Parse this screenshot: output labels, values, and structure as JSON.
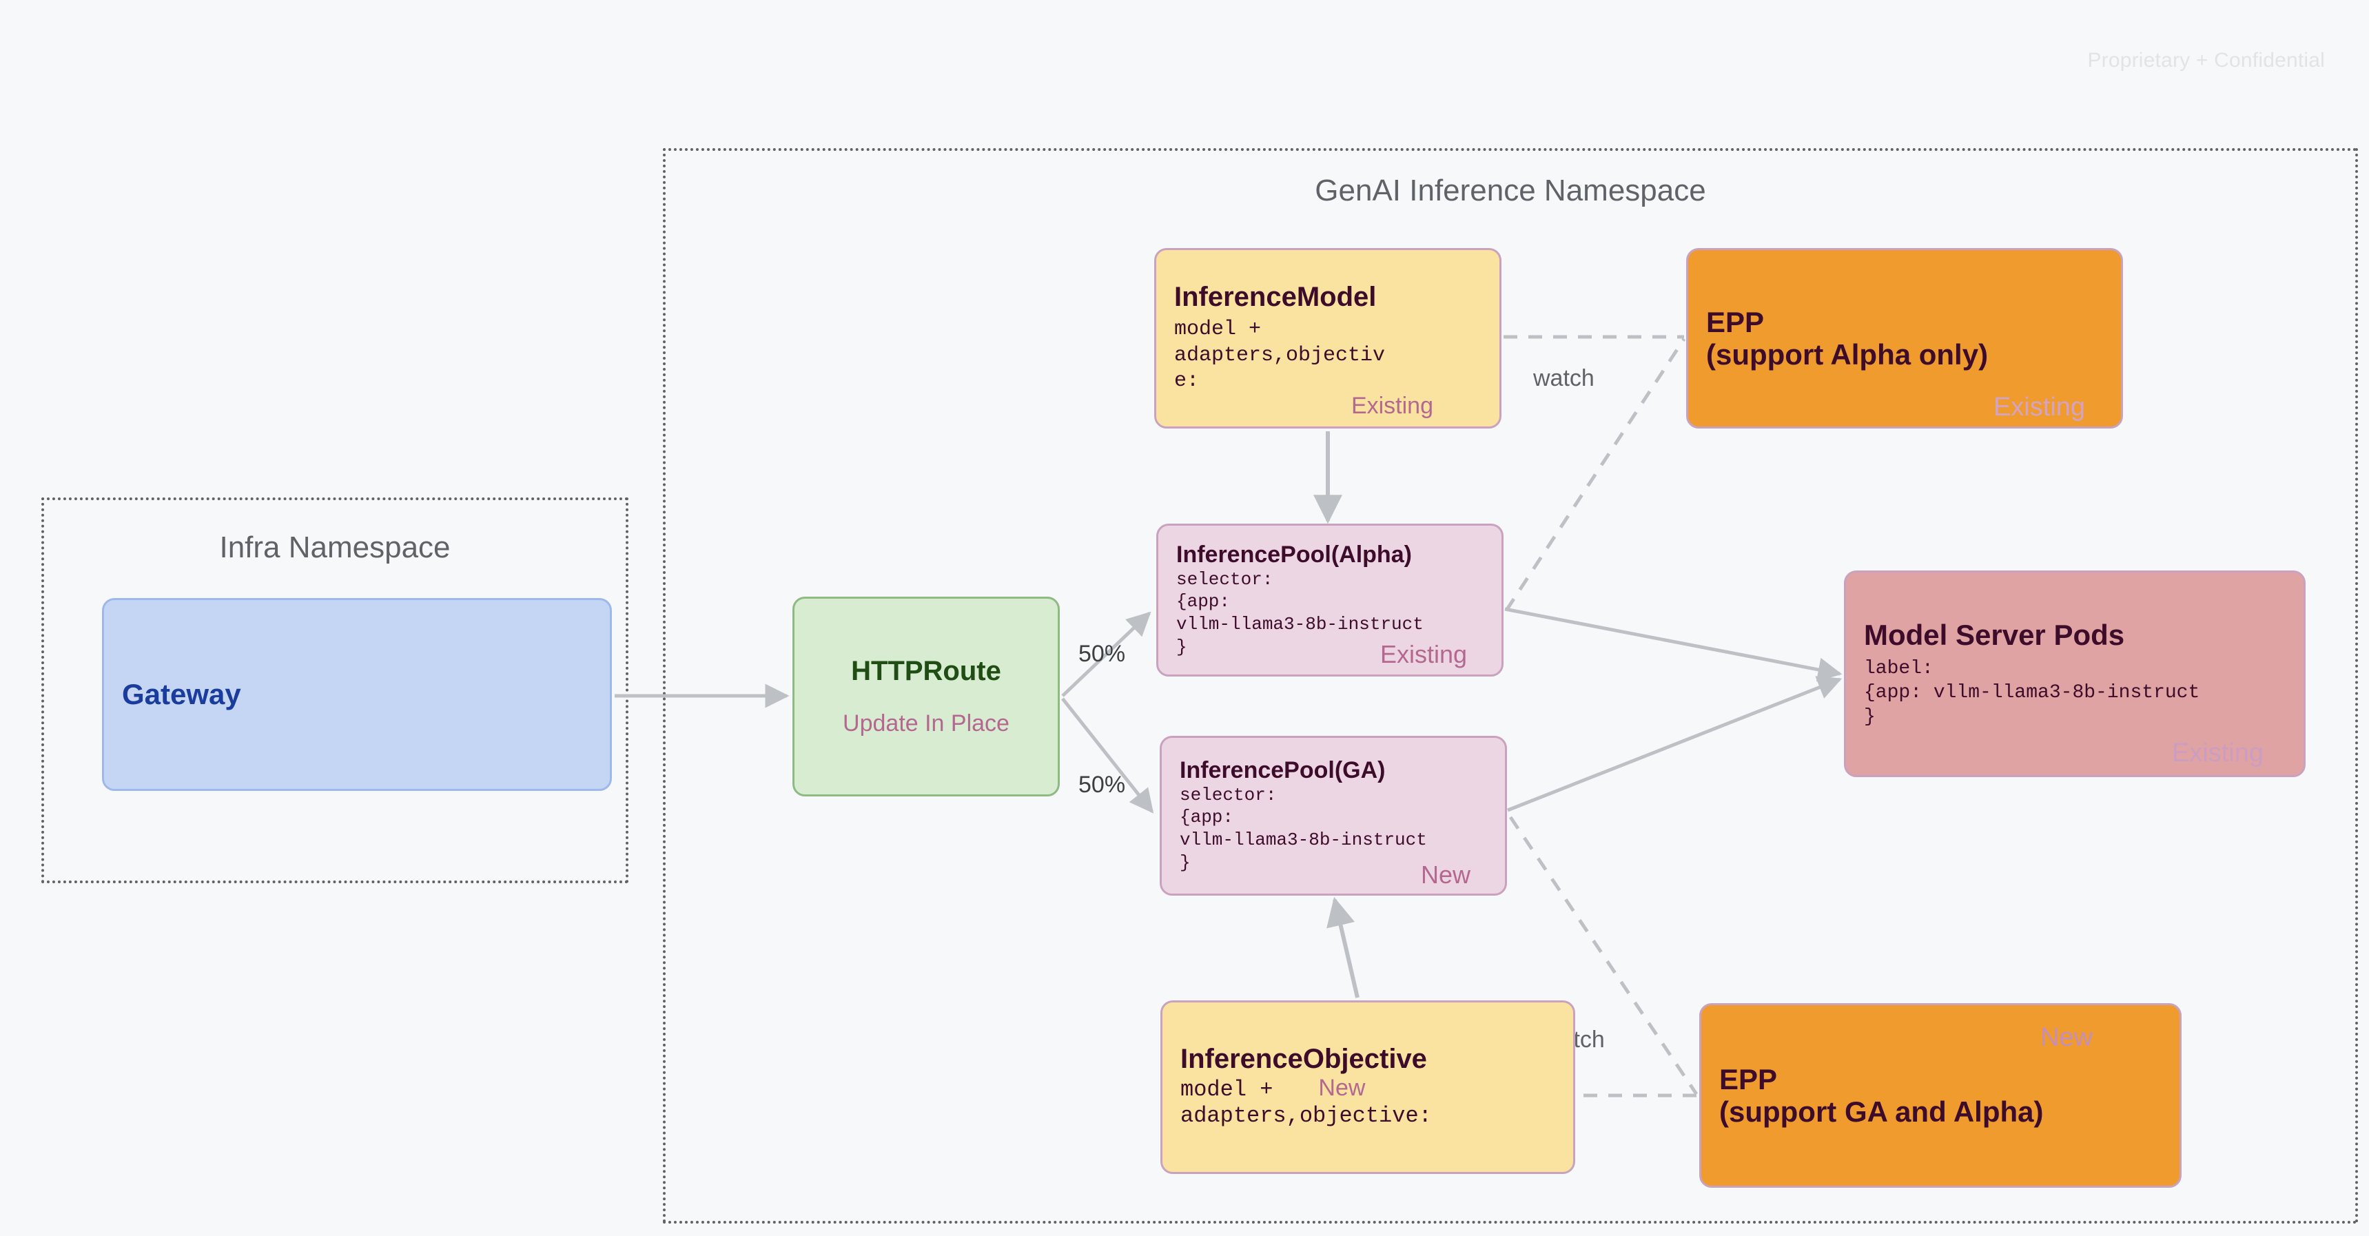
{
  "header": {
    "confidential": "Proprietary + Confidential"
  },
  "namespaces": [
    {
      "id": "infra",
      "title": "Infra Namespace"
    },
    {
      "id": "genai",
      "title": "GenAI Inference Namespace"
    }
  ],
  "nodes": {
    "gateway": {
      "title": "Gateway",
      "color": "#c5d6f5",
      "text_color": "#1a3c9c"
    },
    "httproute": {
      "title": "HTTPRoute",
      "subtitle": "Update In Place",
      "color": "#d8ecd2",
      "text_color": "#1f4d14"
    },
    "inference_model": {
      "title": "InferenceModel",
      "spec": "model +\nadapters,objectiv\ne:",
      "badge": "Existing",
      "color": "#fae3a0"
    },
    "epp_alpha": {
      "title": "EPP\n(support Alpha only)",
      "badge": "Existing",
      "color": "#ef9b2e"
    },
    "pool_alpha": {
      "title": "InferencePool(Alpha)",
      "spec": "selector:\n{app:\nvllm-llama3-8b-instruct\n}",
      "badge": "Existing",
      "color": "#ecd6e4"
    },
    "pool_ga": {
      "title": "InferencePool(GA)",
      "spec": "selector:\n{app:\nvllm-llama3-8b-instruct\n}",
      "badge": "New",
      "color": "#ecd6e4"
    },
    "model_server_pods": {
      "title": "Model Server Pods",
      "spec": "label:\n{app: vllm-llama3-8b-instruct\n}",
      "badge": "Existing",
      "color": "#e0a3a3"
    },
    "inference_objective": {
      "title": "InferenceObjective",
      "spec_line1": "model +",
      "spec_line2": "adapters,objective:",
      "badge": "New",
      "color": "#fae3a0"
    },
    "epp_ga": {
      "title": "EPP\n(support GA and Alpha)",
      "badge": "New",
      "color": "#ef9b2e"
    }
  },
  "edges": {
    "pct_top": "50%",
    "pct_bottom": "50%",
    "watch_top": "watch",
    "watch_bottom": "watch"
  },
  "colors": {
    "background": "#f7f8fa",
    "namespace_border": "#5f6368",
    "node_border": "#c9a2c0",
    "connector": "#bdc1c6",
    "badge": "#b5688f"
  }
}
